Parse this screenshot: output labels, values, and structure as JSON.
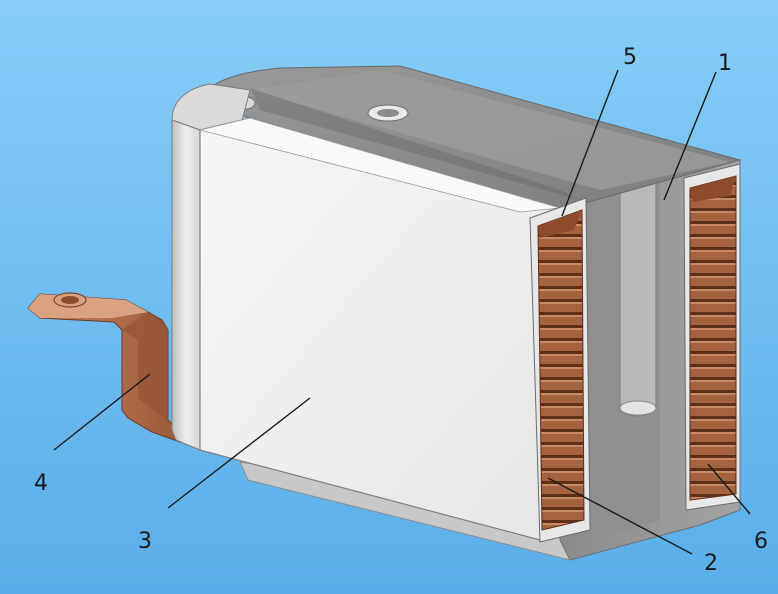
{
  "labels": {
    "l1": "1",
    "l2": "2",
    "l3": "3",
    "l4": "4",
    "l5": "5",
    "l6": "6"
  },
  "colors": {
    "background_top": "#7ec8f6",
    "background_bottom": "#5fb0ea",
    "body_light": "#ececec",
    "body_mid": "#c8c8c8",
    "body_dark": "#8f8f8f",
    "copper": "#b06a45",
    "copper_dark": "#6e3a22",
    "copper_light": "#e6b49a"
  }
}
